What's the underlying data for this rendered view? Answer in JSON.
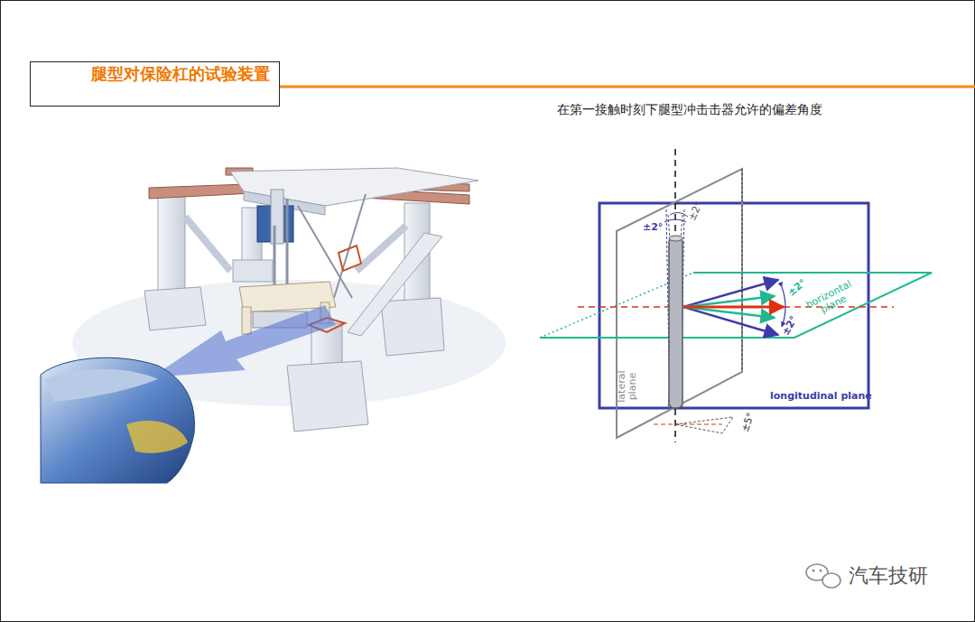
{
  "diagram": {
    "title": "腿型对保险杠的试验装置",
    "labels": [
      "在第一接触时刻下腿型冲击击器允许的偏差角度",
      "±2°",
      "±2°",
      "±2°",
      "±2°",
      "horizontal plane",
      "lateral plane",
      "longitudinal plane",
      "±5°",
      "汽车技研"
    ]
  }
}
